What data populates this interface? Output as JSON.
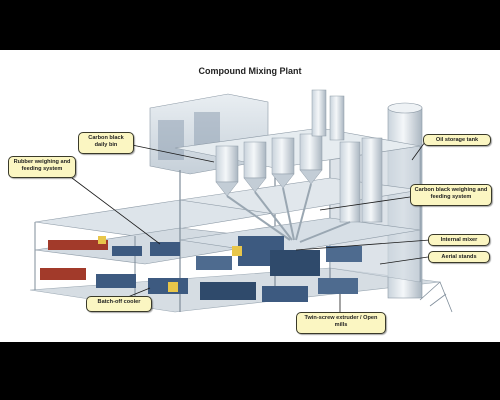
{
  "diagram": {
    "title": "Compound Mixing Plant",
    "labels": {
      "carbon_black_daily_bin": "Carbon black daily bin",
      "rubber_weighing": "Rubber weighing and feeding system",
      "oil_storage_tank": "Oil storage tank",
      "carbon_black_weighing": "Carbon black weighing and feeding system",
      "internal_mixer": "Internal mixer",
      "aerial_stands": "Aerial stands",
      "batch_off_cooler": "Batch-off cooler",
      "twin_screw_extruder": "Twin-screw extruder / Open mills"
    }
  },
  "colors": {
    "callout_fill": "#fbf6c2",
    "structure_light": "#dfe6ec",
    "structure_mid": "#b9c6d2",
    "structure_dark": "#7f8d9a",
    "machinery_blue": "#3d5a80",
    "accent_red": "#a23a2a",
    "accent_yellow": "#e8c64a"
  }
}
